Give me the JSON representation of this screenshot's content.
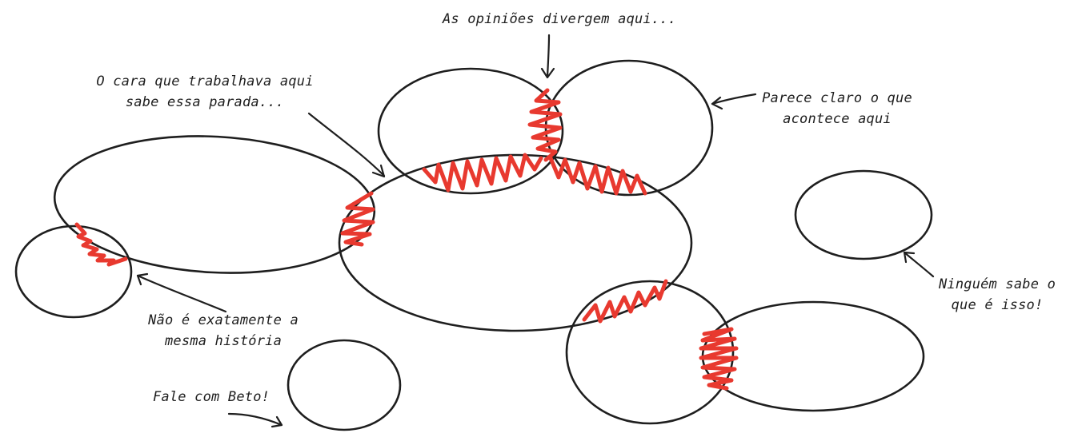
{
  "colors": {
    "ink": "#1e1e1e",
    "highlight": "#e8392f",
    "background": "#ffffff"
  },
  "notes": {
    "divergence": "As opiniões divergem aqui...",
    "expert_line1": "O cara que trabalhava aqui",
    "expert_line2": "sabe essa parada...",
    "clear_line1": "Parece claro o que",
    "clear_line2": "acontece aqui",
    "unknown_line1": "Ninguém sabe o",
    "unknown_line2": "que é isso!",
    "not_same_line1": "Não é exatamente a",
    "not_same_line2": "mesma história",
    "talk_to": "Fale com Beto!"
  }
}
